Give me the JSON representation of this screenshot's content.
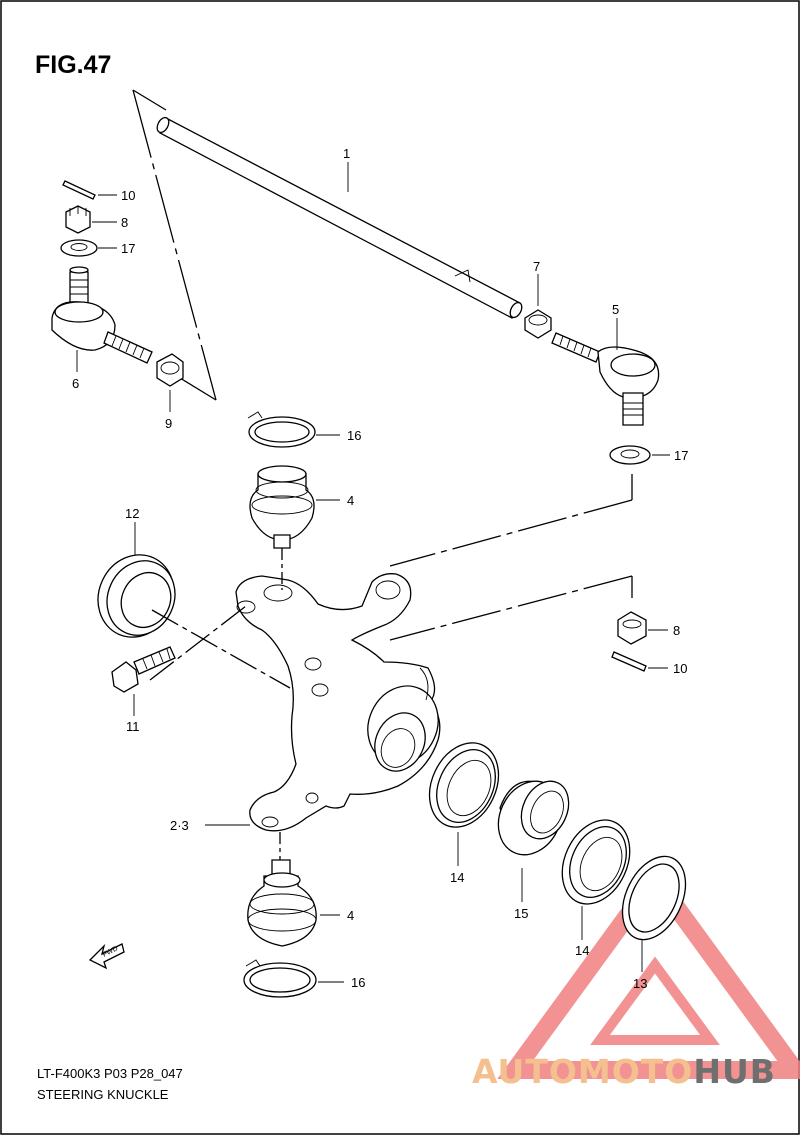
{
  "figure_title": "FIG.47",
  "footer": {
    "code": "LT-F400K3 P03 P28_047",
    "name": "STEERING KNUCKLE"
  },
  "fwd_label": "FWD",
  "watermark": {
    "part_a": "AUTOMOTO",
    "part_b": "HUB",
    "color_a": "#f5c08f",
    "color_b": "#6f6f6f",
    "triangle_color": "#f08080"
  },
  "callouts": {
    "c1": "1",
    "c4a": "4",
    "c4b": "4",
    "c5": "5",
    "c6": "6",
    "c7": "7",
    "c8a": "8",
    "c8b": "8",
    "c9": "9",
    "c10a": "10",
    "c10b": "10",
    "c11": "11",
    "c12": "12",
    "c13": "13",
    "c14a": "14",
    "c14b": "14",
    "c15": "15",
    "c16a": "16",
    "c16b": "16",
    "c17a": "17",
    "c17b": "17",
    "c23": "2·3"
  }
}
